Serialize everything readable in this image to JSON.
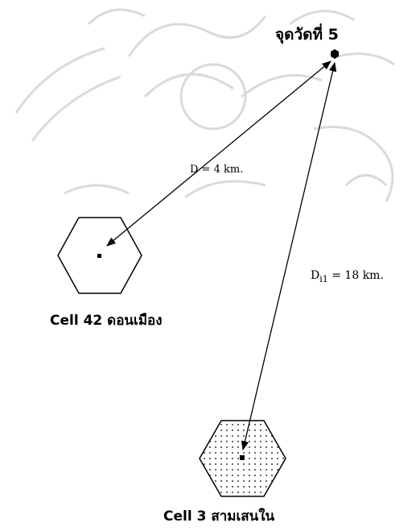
{
  "measure_point": {
    "label": "จุดวัดที่ 5"
  },
  "cell_near": {
    "label": "Cell 42 ดอนเมือง"
  },
  "cell_far": {
    "label": "Cell 3 สามเสนใน"
  },
  "distance_near": {
    "prefix": "D =",
    "value": "4",
    "unit": "km."
  },
  "distance_far": {
    "symbol": "D",
    "subscript": "i1",
    "equals": "=",
    "value": "18",
    "unit": "km."
  },
  "colors": {
    "ink": "#000000",
    "watermark": "#d9d9d9"
  },
  "icons": {
    "watermark": "university-seal-watermark"
  }
}
